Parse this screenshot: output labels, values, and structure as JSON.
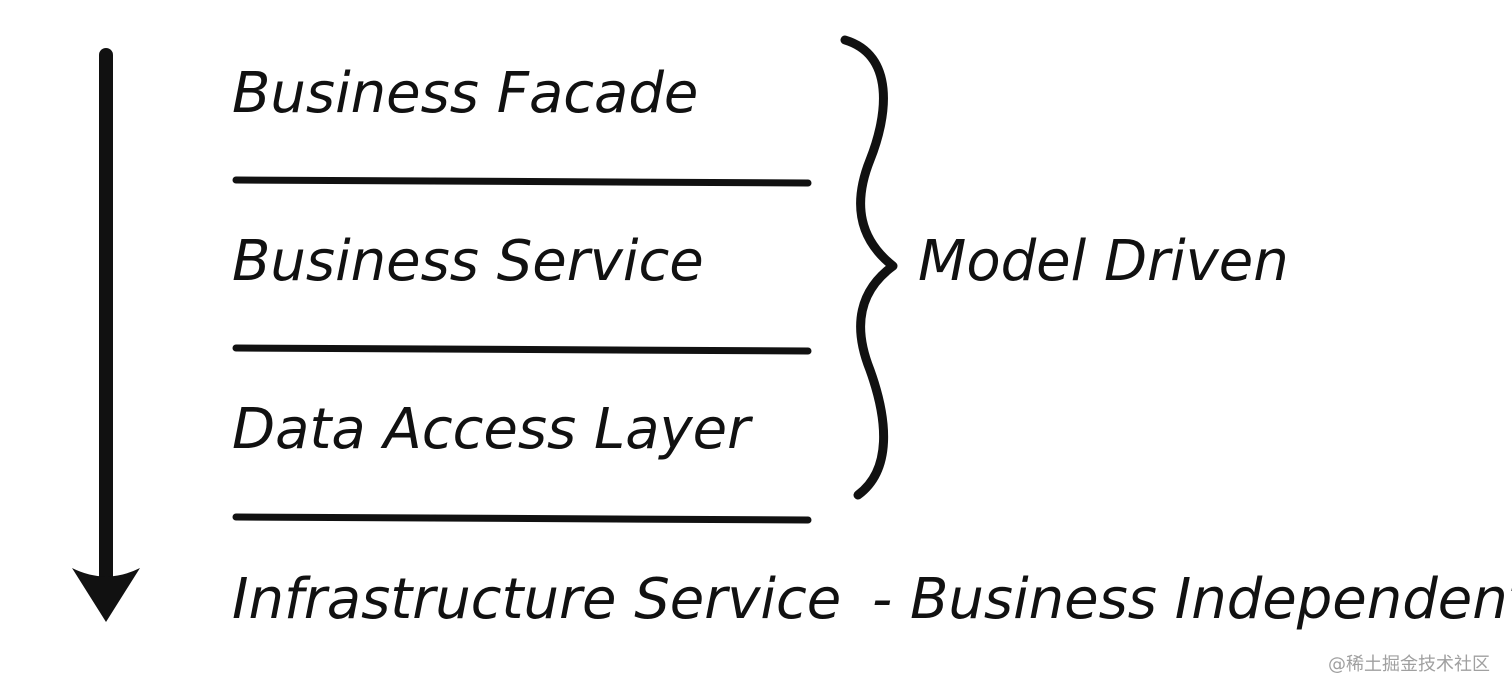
{
  "layers": [
    {
      "label": "Business Facade"
    },
    {
      "label": "Business Service"
    },
    {
      "label": "Data Access Layer"
    },
    {
      "label": "Infrastructure Service"
    }
  ],
  "annotations": {
    "model_driven": "Model Driven",
    "business_independent": "- Business Independent"
  },
  "watermark": "@稀土掘金技术社区",
  "icons": {
    "flow": "down-arrow-icon",
    "group": "right-curly-brace-icon"
  },
  "colors": {
    "ink": "#111111",
    "background": "#ffffff",
    "watermark": "#a0a0a0"
  }
}
